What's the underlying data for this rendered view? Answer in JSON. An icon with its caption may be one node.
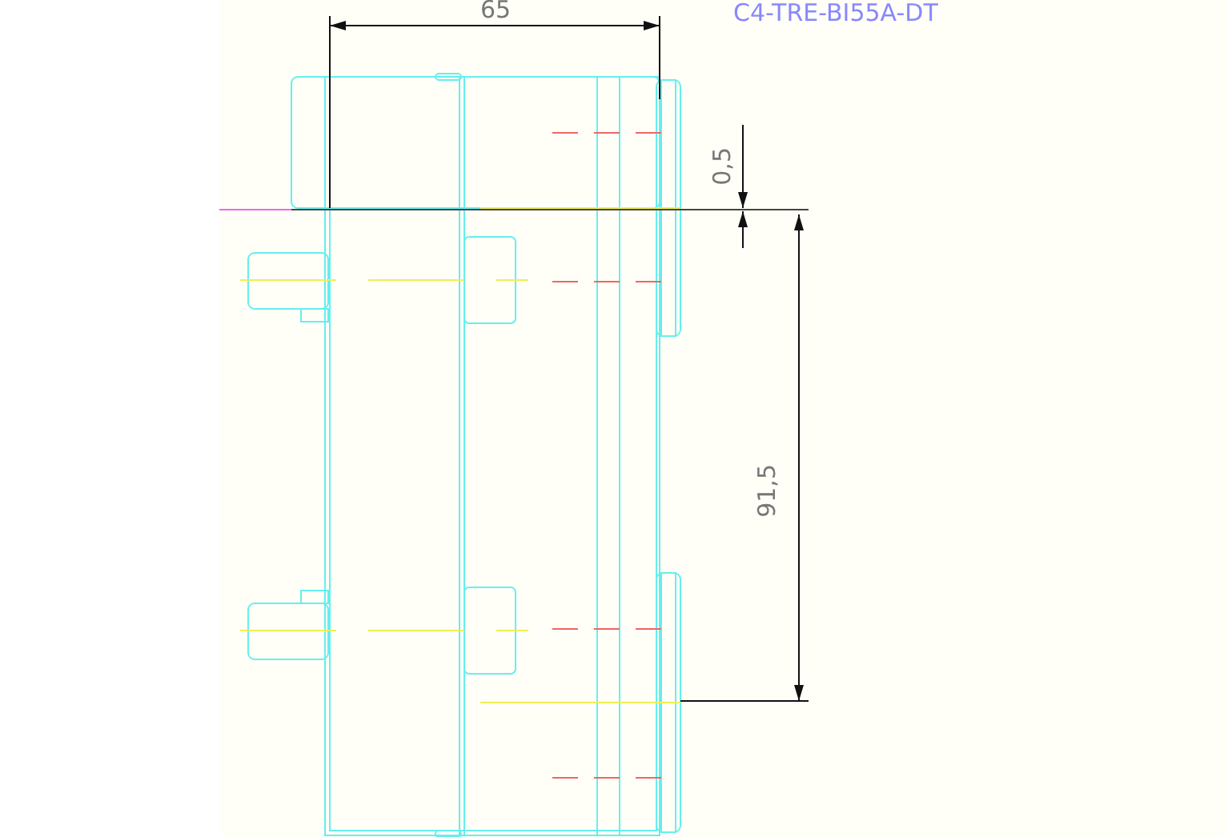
{
  "diagram": {
    "labels": [
      "65",
      "C4-TRE-BI55A-DT",
      "0,5",
      "91,5"
    ]
  }
}
